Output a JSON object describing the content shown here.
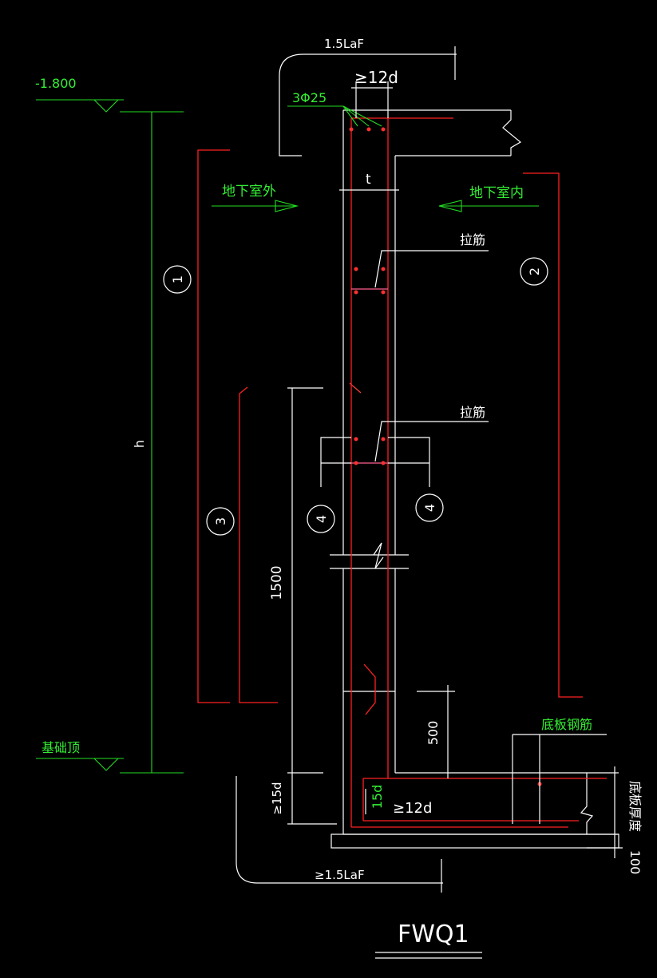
{
  "labels": {
    "top_anchor": "1.5LaF",
    "top_cover": "≥12d",
    "top_bars": "3Φ25",
    "elev_top": "-1.800",
    "outside": "地下室外",
    "inside": "地下室内",
    "thickness": "t",
    "tie1": "拉筋",
    "tie2": "拉筋",
    "height": "h",
    "dim_1500": "1500",
    "dim_500": "500",
    "found_top": "基础顶",
    "slab_rebar": "底板钢筋",
    "slab_thk": "底板厚度",
    "dim_100": "100",
    "bot_15d_left": "≥15d",
    "bot_15d": "15d",
    "bot_cover": "≥12d",
    "bot_anchor": "≥1.5LaF",
    "title": "FWQ1"
  },
  "markers": {
    "m1": "1",
    "m2": "2",
    "m3": "3",
    "m4a": "4",
    "m4b": "4"
  }
}
